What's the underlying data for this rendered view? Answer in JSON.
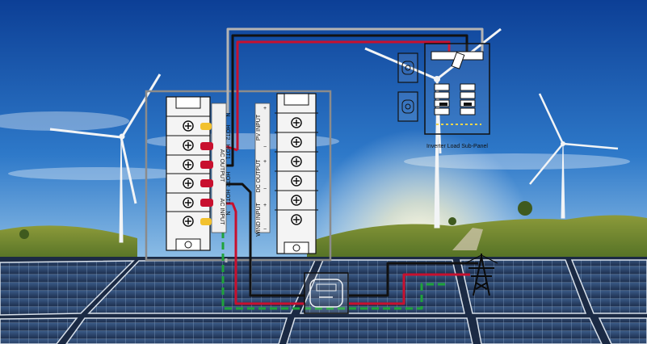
{
  "inverter": {
    "ac_output_label": "AC OUTPUT",
    "ac_input_label": "AC INPUT",
    "ac_output_terminals": [
      "N",
      "HOT2",
      "HOT1"
    ],
    "ac_input_terminals": [
      "HOT2",
      "HOT1",
      "N"
    ],
    "pv_input_label": "PV INPUT",
    "dc_output_label": "DC OUTPUT",
    "wind_input_label": "WIND INPUT",
    "polarity_plus": "+",
    "polarity_minus": "−"
  },
  "sub_panel": {
    "caption": "Inverter Load Sub-Panel"
  },
  "wire_colors": {
    "hot1": "#c8102e",
    "hot2": "#111111",
    "neutral": "#b4b4b4",
    "ground": "#1fa33b"
  }
}
